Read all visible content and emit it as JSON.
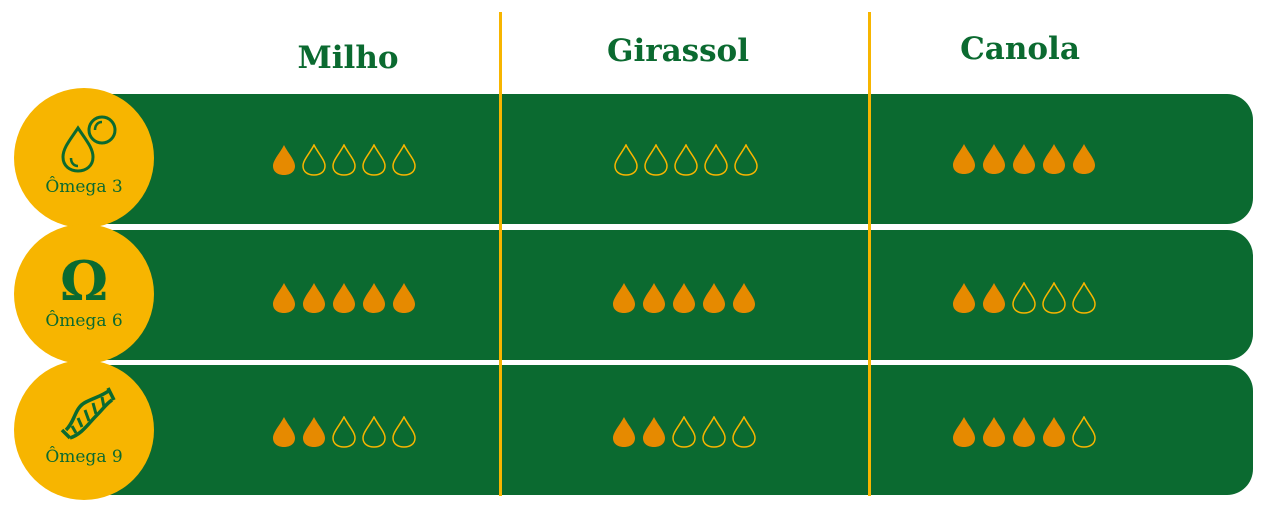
{
  "columns": [
    "Milho",
    "Girassol",
    "Canola"
  ],
  "rows": [
    {
      "label": "Ômega 3",
      "icon": "oil-drops-icon",
      "ratings": [
        1,
        0,
        5
      ]
    },
    {
      "label": "Ômega 6",
      "icon": "omega-symbol-icon",
      "ratings": [
        5,
        5,
        2
      ]
    },
    {
      "label": "Ômega 9",
      "icon": "dna-icon",
      "ratings": [
        2,
        2,
        4
      ]
    }
  ],
  "max_rating": 5,
  "colors": {
    "green": "#0b6a30",
    "yellow": "#f7b500",
    "orange": "#e68a00"
  }
}
